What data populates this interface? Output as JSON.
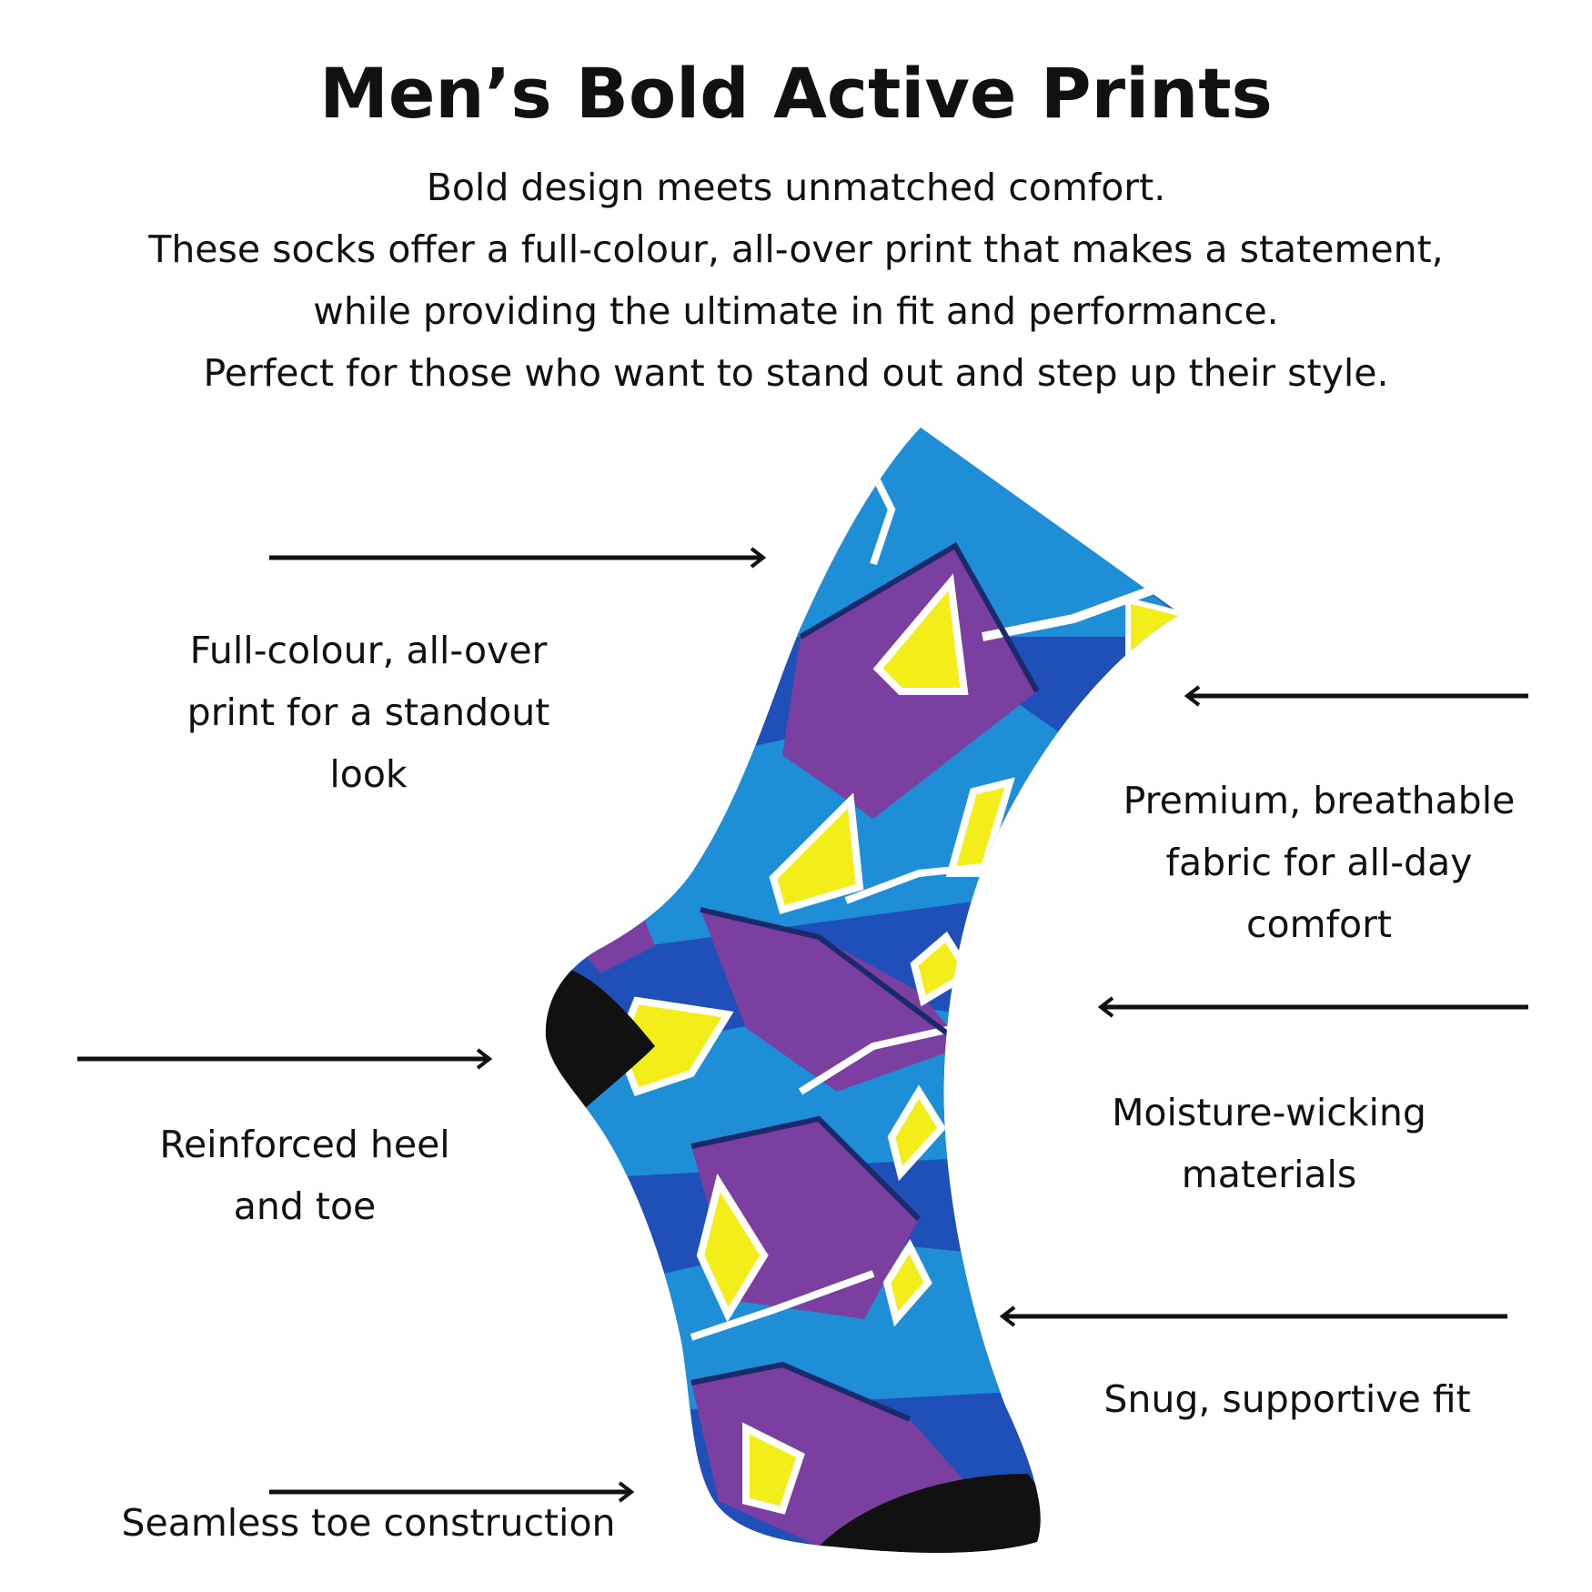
{
  "header": {
    "title": "Men’s Bold Active Prints",
    "intro_lines": [
      "Bold design meets unmatched comfort.",
      "These socks offer a full-colour, all-over print that makes a statement,",
      "while providing the ultimate in fit and performance.",
      "Perfect for those who want to stand out and step up their style."
    ]
  },
  "features": {
    "left": [
      {
        "lines": [
          "Full-colour, all-over",
          "print for a standout",
          "look"
        ]
      },
      {
        "lines": [
          "Reinforced heel",
          "and toe"
        ]
      },
      {
        "lines": [
          "Seamless toe construction"
        ]
      }
    ],
    "right": [
      {
        "lines": [
          "Premium, breathable",
          "fabric for all-day",
          "comfort"
        ]
      },
      {
        "lines": [
          "Moisture-wicking",
          "materials"
        ]
      },
      {
        "lines": [
          "Snug, supportive fit"
        ]
      }
    ]
  },
  "colors": {
    "background": "#ffffff",
    "text": "#111111",
    "sock_blue_light": "#1e8fd6",
    "sock_blue_dark": "#1f4fb8",
    "sock_purple": "#7a3fa0",
    "sock_yellow": "#f3ee1a",
    "sock_black": "#111111",
    "sock_navy_outline": "#1a2a6b"
  },
  "product_image": {
    "icon": "sock-illustration"
  }
}
